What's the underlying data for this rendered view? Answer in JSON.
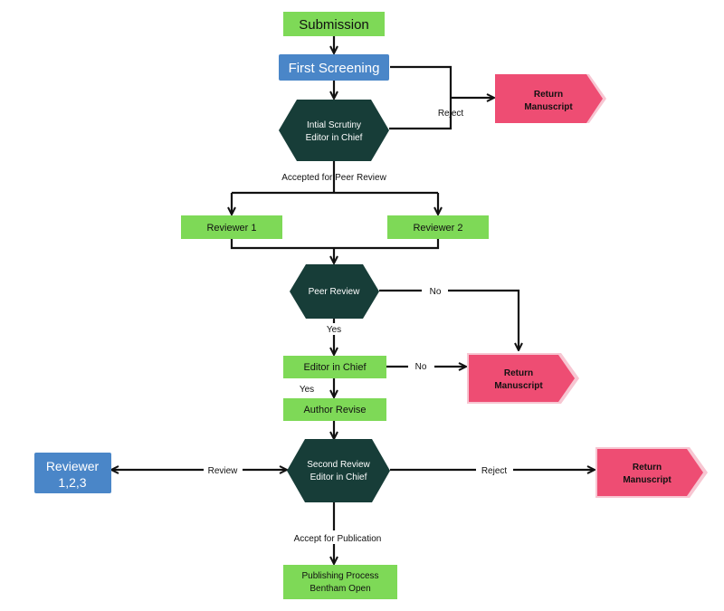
{
  "nodes": {
    "submission": "Submission",
    "first_screening": "First Screening",
    "initial_scrutiny": [
      "Intial Scrutiny",
      "Editor in Chief"
    ],
    "reviewer_1": "Reviewer 1",
    "reviewer_2": "Reviewer 2",
    "peer_review": "Peer Review",
    "editor_in_chief": "Editor in Chief",
    "author_revise": "Author Revise",
    "second_review": [
      "Second Review",
      "Editor in Chief"
    ],
    "reviewers_123": [
      "Reviewer",
      "1,2,3"
    ],
    "publishing": [
      "Publishing Process",
      "Bentham Open"
    ],
    "return_1": [
      "Return",
      "Manuscript"
    ],
    "return_2": [
      "Return",
      "Manuscript"
    ],
    "return_3": [
      "Return",
      "Manuscript"
    ]
  },
  "edges": {
    "reject_1": "Reject",
    "accepted_peer": "Accepted for Peer Review",
    "no_1": "No",
    "yes_1": "Yes",
    "no_2": "No",
    "yes_2": "Yes",
    "review": "Review",
    "reject_2": "Reject",
    "accept_pub": "Accept for Publication"
  },
  "colors": {
    "green": "#7ed957",
    "blue": "#4a86c8",
    "dark": "#173d38",
    "red": "#ee4d73",
    "line": "#111111"
  }
}
